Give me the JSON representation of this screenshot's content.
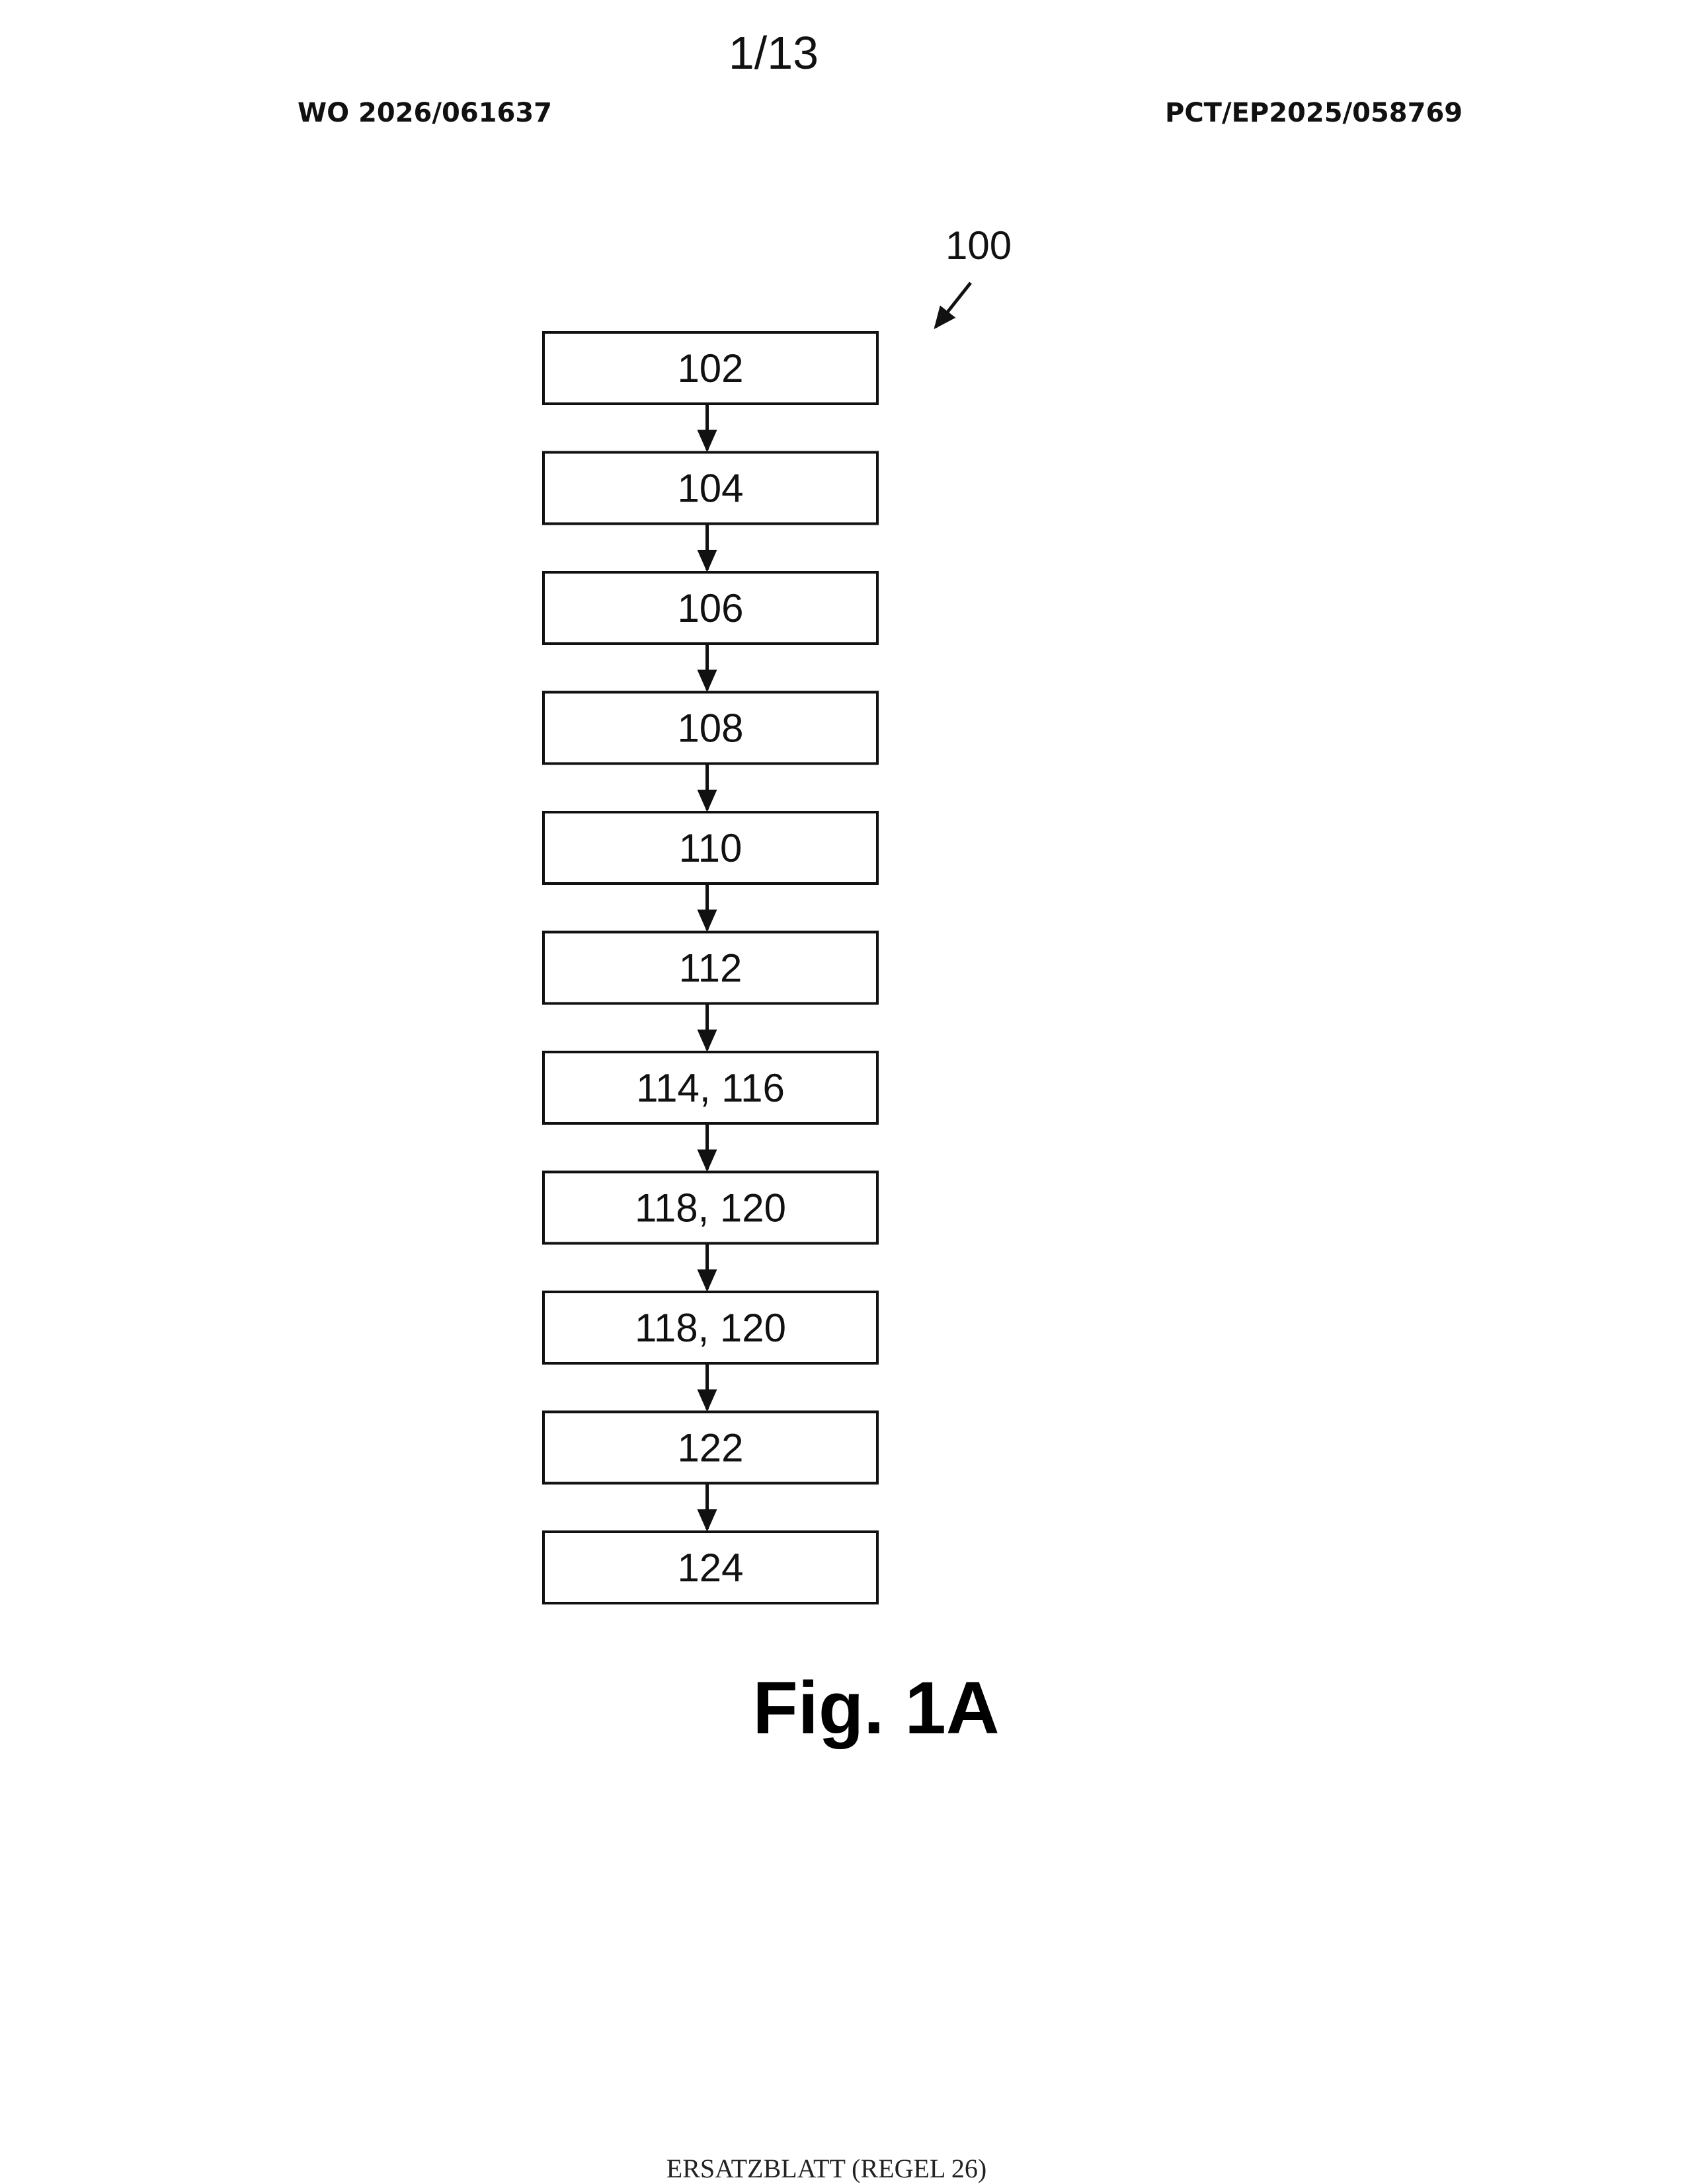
{
  "header": {
    "sheet_number": "1/13",
    "publication_number": "WO 2026/061637",
    "application_number": "PCT/EP2025/058769"
  },
  "diagram": {
    "reference_label": "100",
    "steps": [
      "102",
      "104",
      "106",
      "108",
      "110",
      "112",
      "114, 116",
      "118, 120",
      "118, 120",
      "122",
      "124"
    ]
  },
  "figure": {
    "caption": "Fig. 1A"
  },
  "footer": {
    "text": "ERSATZBLATT (REGEL 26)"
  }
}
